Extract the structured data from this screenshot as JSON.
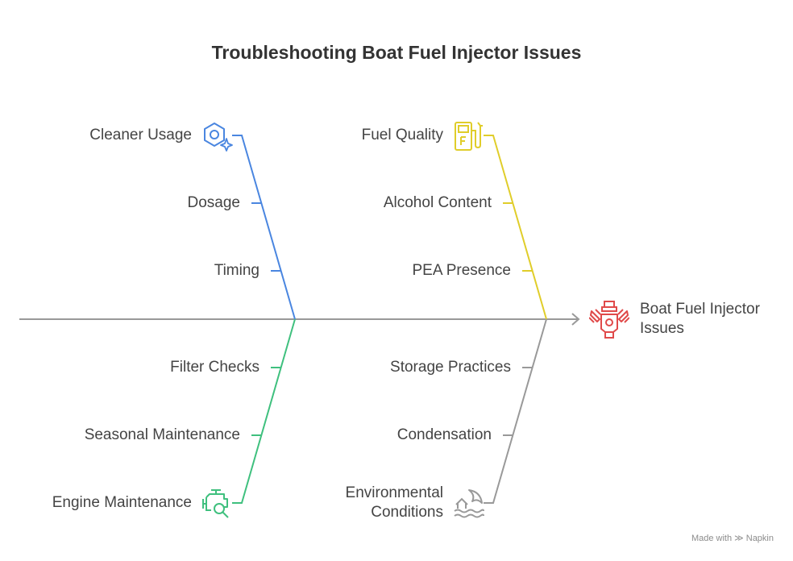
{
  "title": "Troubleshooting Boat Fuel Injector Issues",
  "effect": {
    "label": "Boat Fuel Injector Issues",
    "icon": "engine-injector-icon",
    "color": "#e04a4a"
  },
  "categories": {
    "cleaner_usage": {
      "label": "Cleaner Usage",
      "icon": "hex-nut-sparkle-icon",
      "color": "#4a86e0",
      "causes": [
        "Dosage",
        "Timing"
      ]
    },
    "fuel_quality": {
      "label": "Fuel Quality",
      "icon": "fuel-pump-icon",
      "color": "#e0cd2a",
      "causes": [
        "Alcohol Content",
        "PEA Presence"
      ]
    },
    "engine_maintenance": {
      "label": "Engine Maintenance",
      "icon": "engine-search-icon",
      "color": "#3fc07e",
      "causes": [
        "Filter Checks",
        "Seasonal Maintenance"
      ]
    },
    "environmental_conditions": {
      "label": "Environmental Conditions",
      "icon": "house-waves-icon",
      "color": "#999999",
      "causes": [
        "Storage Practices",
        "Condensation"
      ]
    }
  },
  "footer": {
    "made_with": "Made with",
    "brand": "Napkin"
  }
}
